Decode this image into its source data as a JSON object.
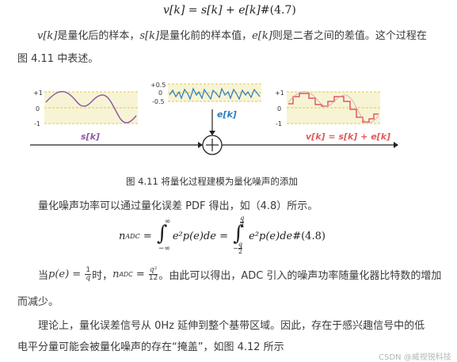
{
  "eq1": {
    "lhs": "v[k]",
    "eq": " = ",
    "rhs": "s[k] + e[k]",
    "tag": "#(4.7)"
  },
  "para1": {
    "line1_v": "v[k]",
    "line1_a": "是量化后的样本，",
    "line1_s": "s[k]",
    "line1_b": "是量化前的样本值，",
    "line1_e": "e[k]",
    "line1_c": "则是二者之间的差值。这个过程在",
    "line2": "图 4.11 中表述。"
  },
  "figure": {
    "caption": "图  4.11  将量化过程建模为量化噪声的添加",
    "left_ticks": [
      "+1",
      "0",
      "-1"
    ],
    "mid_ticks": [
      "+0.5",
      "0",
      "-0.5"
    ],
    "right_ticks": [
      "+1",
      "0",
      "-1"
    ],
    "input_label": "s[k]",
    "noise_label": "e[k]",
    "output_label": "v[k] = s[k] + e[k]",
    "colors": {
      "signal": "#8e5aa8",
      "noise": "#2a7bbf",
      "output": "#e05a5a",
      "panel_bg": "#f7f4d6",
      "panel_line": "#e0c94a",
      "axis": "#222222"
    }
  },
  "para2": "量化噪声功率可以通过量化误差 PDF 得出，如（4.8）所示。",
  "eq2": {
    "lhs": "n",
    "lhs_sub": "ADC",
    "eq": " = ",
    "int1_upper": "∞",
    "int1_lower": "−∞",
    "integrand": "e²p(e)de",
    "eq_mid": " = ",
    "int2_upper_num": "q",
    "int2_upper_den": "2",
    "int2_lower_num": "q",
    "int2_lower_den": "2",
    "int2_lower_sign": "−",
    "tag": "#(4.8)"
  },
  "para3": {
    "a": "当",
    "cond": "p(e) = ",
    "frac_num": "1",
    "frac_den": "q",
    "b": "时，",
    "n": "n",
    "n_sub": "ADC",
    "eq": " = ",
    "q_num": "q²",
    "q_den": "12",
    "c": "。由此可以得出，ADC 引入的噪声功率随量化器比特数的增加",
    "line2": "而减少。"
  },
  "para4": {
    "line1": "理论上，量化误差信号从 0Hz 延伸到整个基带区域。因此，存在于感兴趣信号中的低",
    "line2": "电平分量可能会被量化噪声的存在“掩盖”，如图 4.12 所示"
  },
  "watermark": "CSDN @威视锐科技"
}
